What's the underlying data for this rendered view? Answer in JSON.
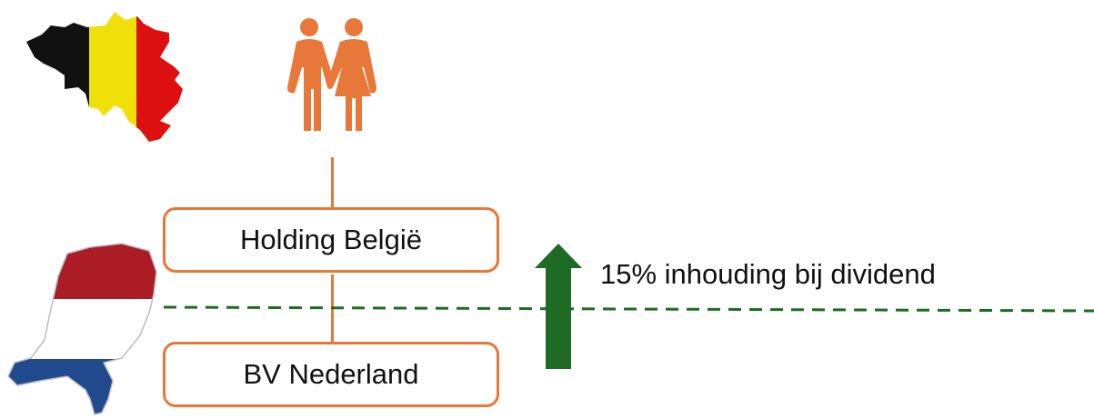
{
  "diagram": {
    "boxes": [
      {
        "label": "Holding België"
      },
      {
        "label": "BV Nederland"
      }
    ],
    "annotation": "15% inhouding bij dividend",
    "icons": {
      "belgium": "belgium-flag-map-icon",
      "netherlands": "netherlands-flag-map-icon",
      "shareholders": "couple-icon",
      "arrow": "up-arrow-icon"
    },
    "colors": {
      "connector": "#e8773a",
      "people": "#e8773a",
      "arrow": "#1e6b23",
      "border_line": "#1e6b23"
    }
  }
}
